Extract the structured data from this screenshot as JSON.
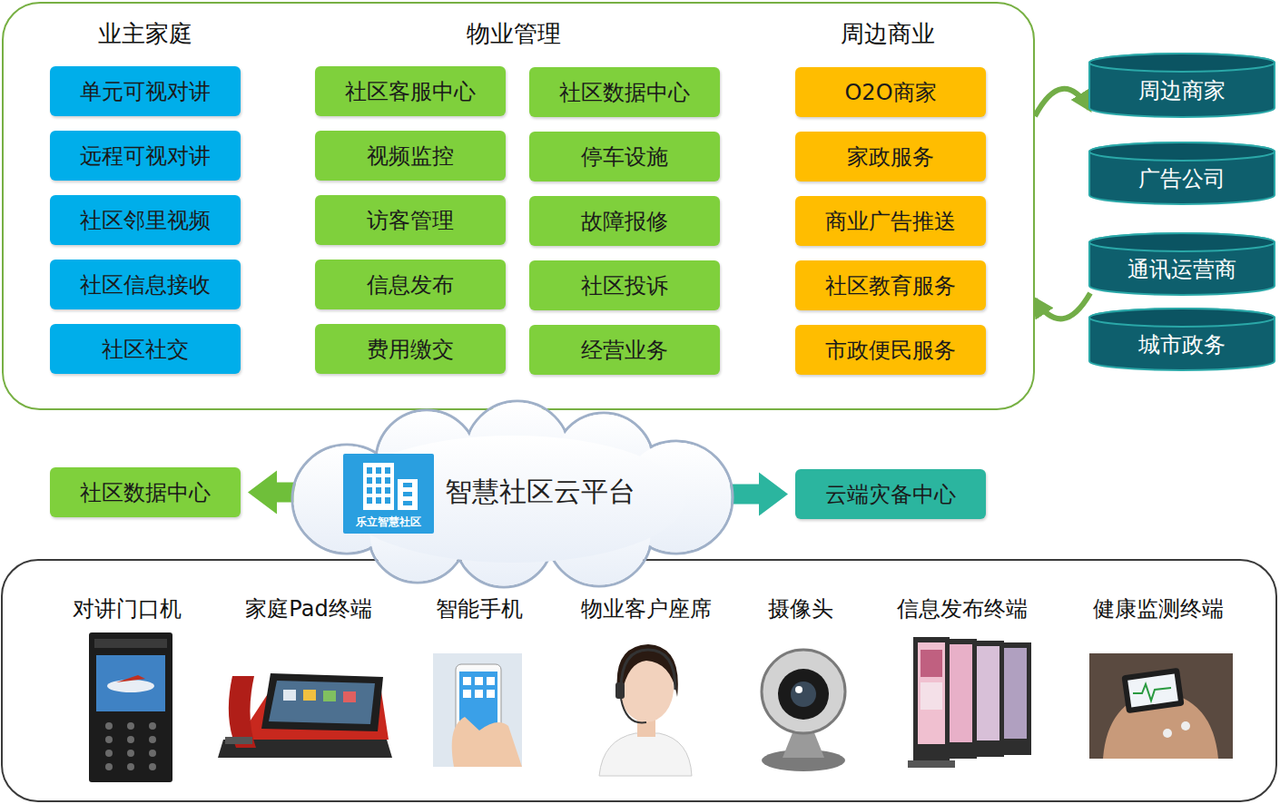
{
  "diagram": {
    "nodes": [
      {
        "text": [
          "业主家庭",
          "物业管理",
          "周边商业"
        ]
      },
      {
        "text": [
          "单元可视对讲"
        ],
        "in": 0
      },
      {
        "text": [
          "远程可视对讲"
        ],
        "in": 0
      },
      {
        "text": [
          "社区邻里视频"
        ],
        "in": 0
      },
      {
        "text": [
          "社区信息接收"
        ],
        "in": 0
      },
      {
        "text": [
          "社区社交"
        ],
        "in": 0
      },
      {
        "text": [
          "社区客服中心"
        ],
        "in": 0
      },
      {
        "text": [
          "视频监控"
        ],
        "in": 0
      },
      {
        "text": [
          "访客管理"
        ],
        "in": 0
      },
      {
        "text": [
          "信息发布"
        ],
        "in": 0
      },
      {
        "text": [
          "费用缴交"
        ],
        "in": 0
      },
      {
        "text": [
          "社区数据中心"
        ],
        "in": 0
      },
      {
        "text": [
          "停车设施"
        ],
        "in": 0
      },
      {
        "text": [
          "故障报修"
        ],
        "in": 0
      },
      {
        "text": [
          "社区投诉"
        ],
        "in": 0
      },
      {
        "text": [
          "经营业务"
        ],
        "in": 0
      },
      {
        "text": [
          "O2O商家"
        ],
        "in": 0
      },
      {
        "text": [
          "家政服务"
        ],
        "in": 0
      },
      {
        "text": [
          "商业广告推送"
        ],
        "in": 0
      },
      {
        "text": [
          "社区教育服务"
        ],
        "in": 0
      },
      {
        "text": [
          "市政便民服务"
        ],
        "in": 0
      },
      {
        "text": [
          "周边商家"
        ]
      },
      {
        "text": [
          "广告公司"
        ]
      },
      {
        "text": [
          "通讯运营商"
        ]
      },
      {
        "text": [
          "城市政务"
        ]
      },
      {
        "text": [
          "社区数据中心"
        ]
      },
      {
        "text": [
          "智慧社区云平台",
          "乐立智慧社区"
        ]
      },
      {
        "text": [
          "云端灾备中心"
        ]
      }
    ],
    "edges": [
      {
        "from": 0,
        "to": 21,
        "arrow": "to"
      },
      {
        "from": 23,
        "to": 0,
        "arrow": "to"
      },
      {
        "from": 26,
        "to": 25,
        "arrow": "to"
      },
      {
        "from": 26,
        "to": 27,
        "arrow": "to"
      }
    ],
    "labels": [
      "对讲门口机",
      "家庭Pad终端",
      "智能手机",
      "物业客户座席",
      "摄像头",
      "信息发布终端",
      "健康监测终端"
    ]
  }
}
